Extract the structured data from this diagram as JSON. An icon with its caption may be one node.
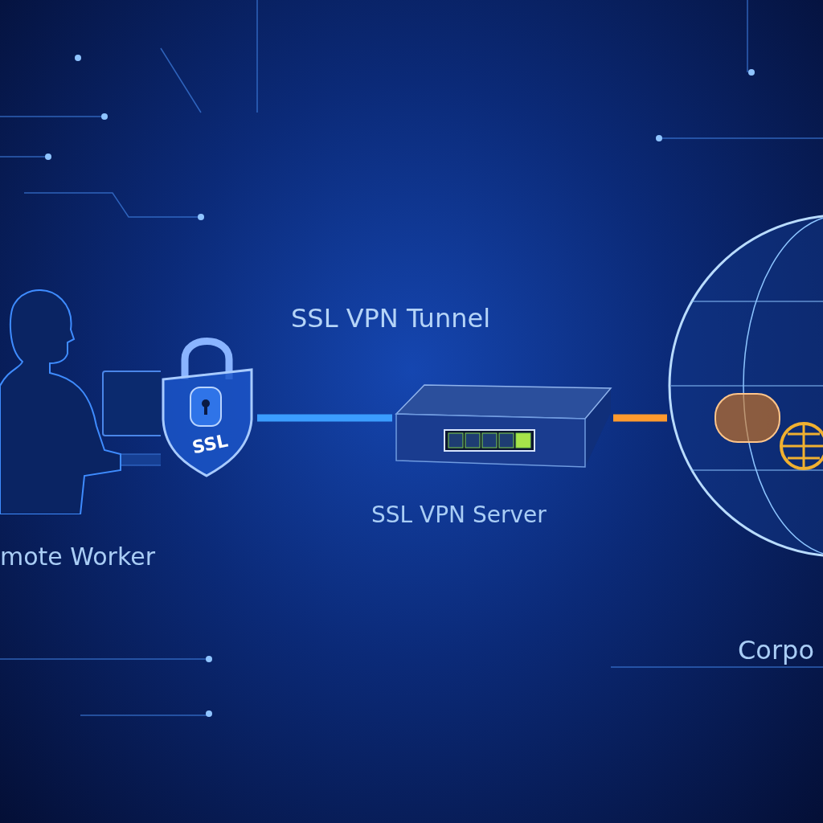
{
  "diagram": {
    "nodes": [
      {
        "text": [],
        "shape": "picture",
        "beside": [
          "mote Worker"
        ]
      },
      {
        "text": [
          "SSL"
        ]
      },
      {
        "text": [],
        "shape": "picture",
        "beside": [
          "SSL VPN Server"
        ]
      },
      {
        "text": [],
        "shape": "picture",
        "beside": [
          "Corpo"
        ]
      }
    ],
    "edges": [
      {
        "from": 1,
        "to": 2,
        "arrow": "none",
        "color": "#3b9dff"
      },
      {
        "from": 2,
        "to": 3,
        "arrow": "none",
        "color": "#ff9a2e"
      }
    ],
    "labels": [
      "SSL VPN Tunnel"
    ]
  }
}
